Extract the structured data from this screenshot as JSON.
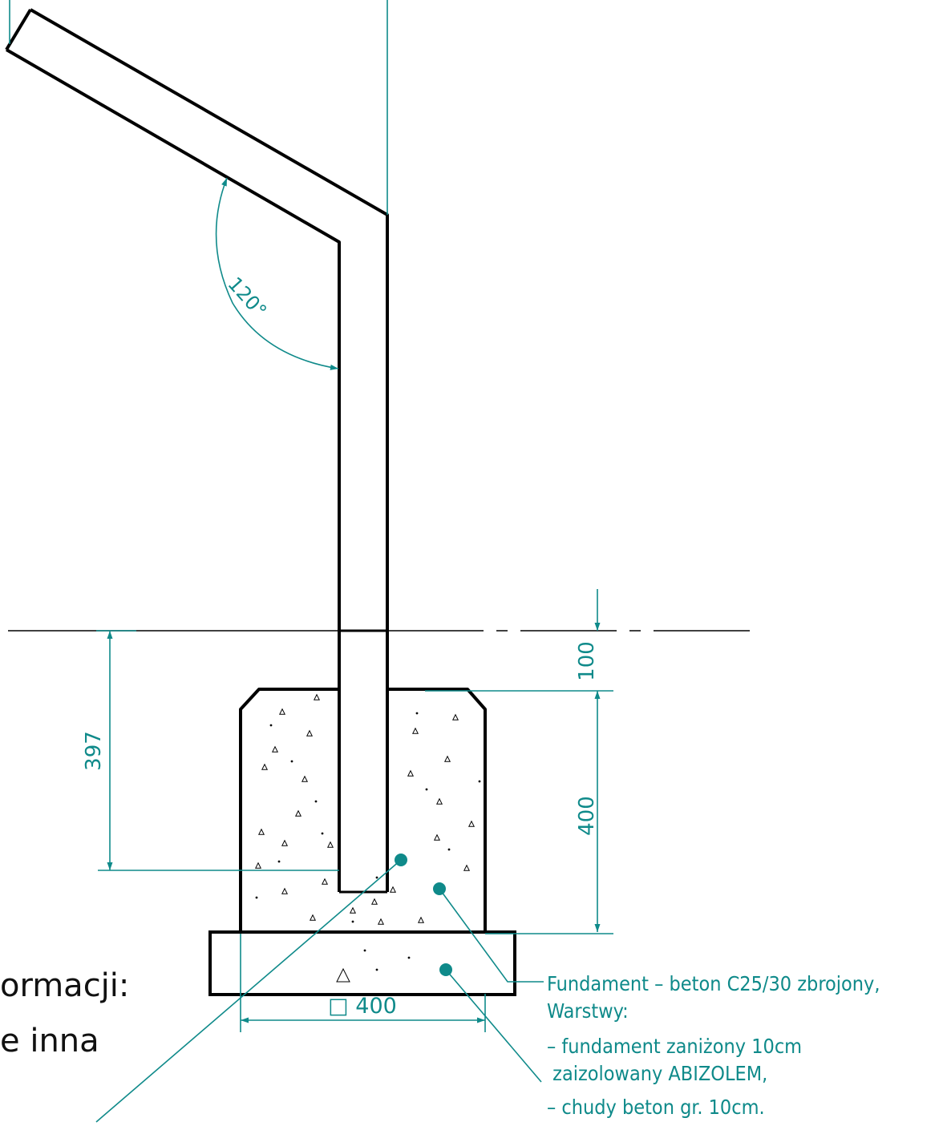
{
  "drawing": {
    "colors": {
      "outline": "#000000",
      "annotation": "#0f8a8a",
      "text_fragment": "#111111"
    },
    "dimensions": {
      "angle": "120°",
      "embed_depth": "397",
      "cover": "100",
      "footing_height": "400",
      "footing_width": "□ 400"
    },
    "notes": [
      "Fundament – beton C25/30 zbrojony,",
      "Warstwy:",
      "– fundament zaniżony 10cm",
      " zaizolowany ABIZOLEM,",
      "– chudy beton gr. 10cm."
    ],
    "cutoff_text": [
      "ormacji:",
      "e inna"
    ]
  }
}
